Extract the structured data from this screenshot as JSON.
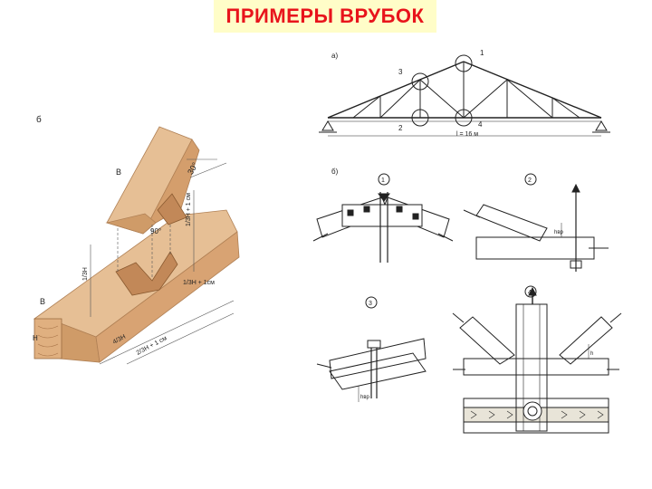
{
  "slide": {
    "title": "ПРИМЕРЫ ВРУБОК",
    "title_color": "#e8141c",
    "title_bg": "#fffdc8"
  },
  "left_figure": {
    "label": "б",
    "labels": {
      "b_top": "В",
      "b_bottom": "В",
      "angle_30": "30°",
      "angle_90": "90°",
      "h_left": "H",
      "dim_1_3h_vertical": "1/3Н",
      "dim_1_3h_1cm_vertical": "1/3Н + 1 см",
      "dim_1_3h_1cm_right": "1/3Н + 1см",
      "dim_4_3h": "4/3Н",
      "dim_2_3h_1cm": "2/3Н + 1 см"
    },
    "wood_color": "#d9a878"
  },
  "right_top": {
    "label": "а)",
    "span": "l = 16 м",
    "nodes": [
      "1",
      "2",
      "3",
      "4"
    ]
  },
  "right_bottom": {
    "label": "б)",
    "details": [
      "1",
      "2",
      "3",
      "4"
    ],
    "dim_h": "h",
    "dim_hbp": "hвр"
  }
}
